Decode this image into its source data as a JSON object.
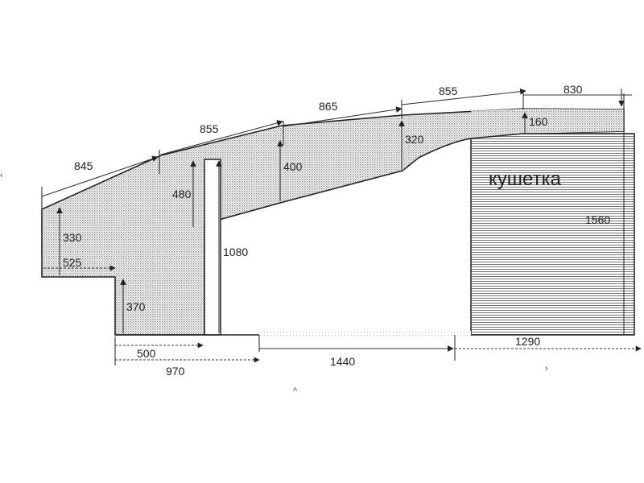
{
  "labels": {
    "kushetka": "кушетка",
    "d845": "845",
    "d855a": "855",
    "d865": "865",
    "d855b": "855",
    "d830": "830",
    "d330": "330",
    "d525": "525",
    "d370": "370",
    "d480": "480",
    "d1080": "1080",
    "d400": "400",
    "d320": "320",
    "d160": "160",
    "d1560": "1560",
    "d500": "500",
    "d970": "970",
    "d1440": "1440",
    "d1290": "1290"
  },
  "marks": {
    "caret_left": "‹",
    "caret_bottom": "^",
    "caret_right": "›"
  },
  "colors": {
    "outline": "#222222",
    "dot_fill": "#8a8a8a",
    "hatch": "#777777"
  }
}
